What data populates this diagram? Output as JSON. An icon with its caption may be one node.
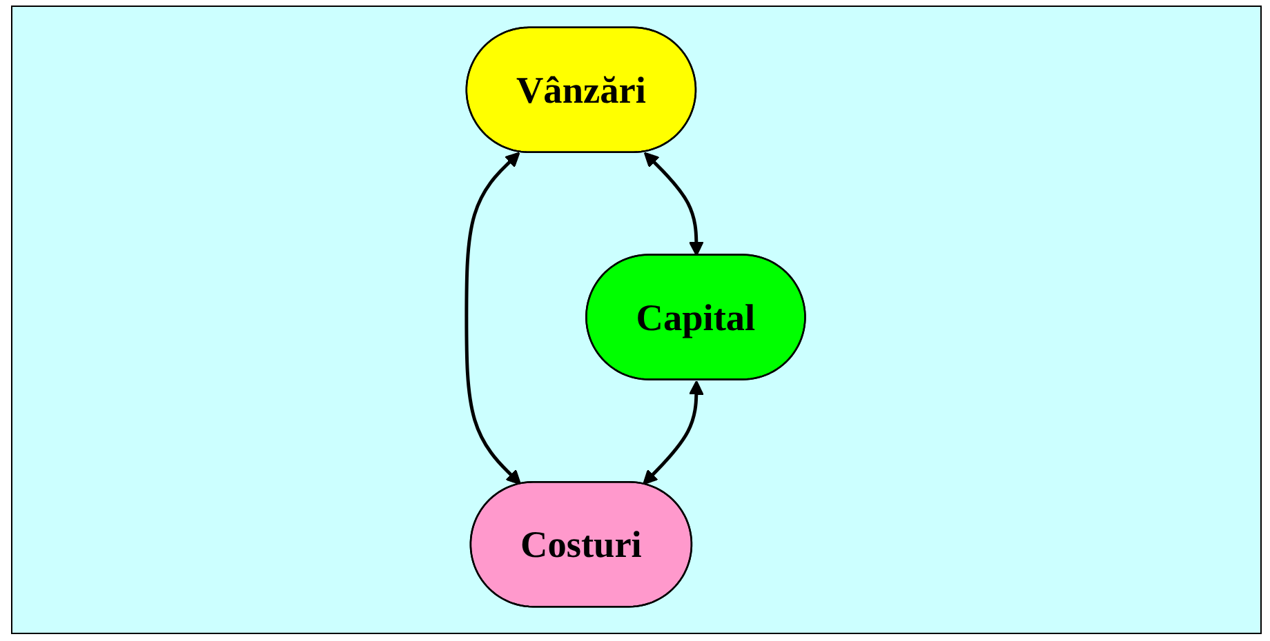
{
  "diagram": {
    "nodes": [
      {
        "text": [
          "Vânzări"
        ]
      },
      {
        "text": [
          "Costuri"
        ]
      },
      {
        "text": [
          "Capital"
        ]
      }
    ],
    "edges": [
      {
        "from": 0,
        "to": 1,
        "arrow": "both"
      },
      {
        "from": 0,
        "to": 2,
        "arrow": "both"
      },
      {
        "from": 2,
        "to": 1,
        "arrow": "both"
      }
    ]
  }
}
